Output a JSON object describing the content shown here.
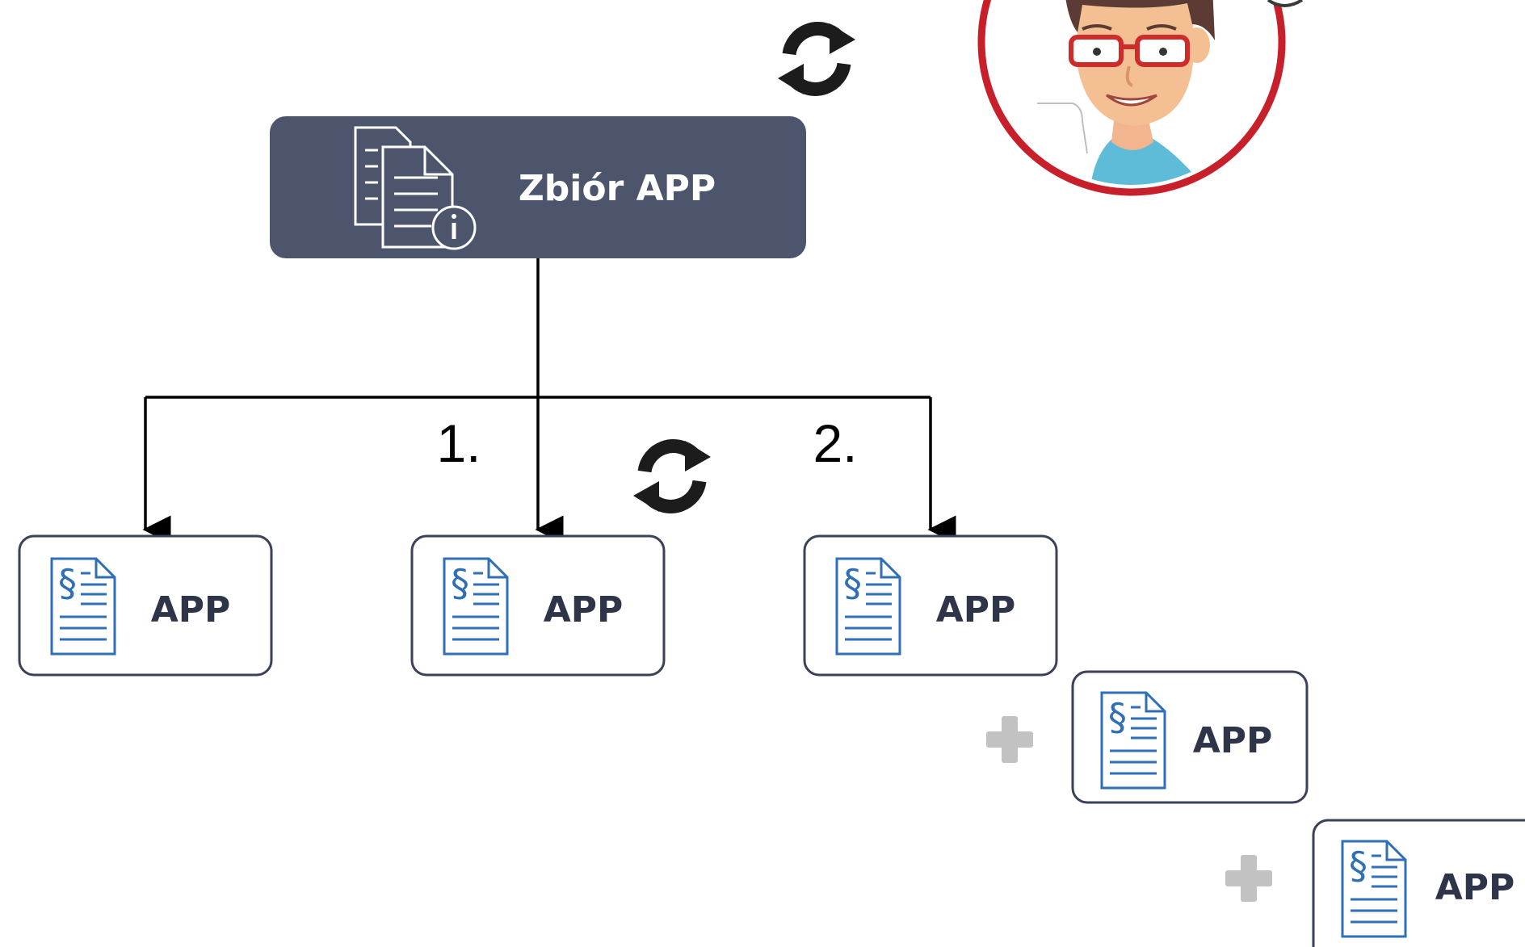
{
  "root": {
    "label": "Zbiór APP",
    "icon": "documents-info-icon"
  },
  "children": [
    {
      "label": "APP",
      "icon": "legal-document-icon"
    },
    {
      "label": "APP",
      "icon": "legal-document-icon"
    },
    {
      "label": "APP",
      "icon": "legal-document-icon"
    }
  ],
  "added": [
    {
      "label": "APP",
      "icon": "legal-document-icon",
      "connector": "plus-icon"
    },
    {
      "label": "APP",
      "icon": "legal-document-icon",
      "connector": "plus-icon"
    }
  ],
  "step_labels": [
    "1.",
    "2."
  ],
  "icons": {
    "sync": "refresh-icon",
    "user": "user-avatar-icon"
  },
  "colors": {
    "root_fill": "#4d556c",
    "node_border": "#3a4257",
    "doc_icon": "#2f6fb5",
    "label_text": "#2e3548",
    "plus": "#c2c2c2",
    "avatar_ring": "#c8202a"
  }
}
